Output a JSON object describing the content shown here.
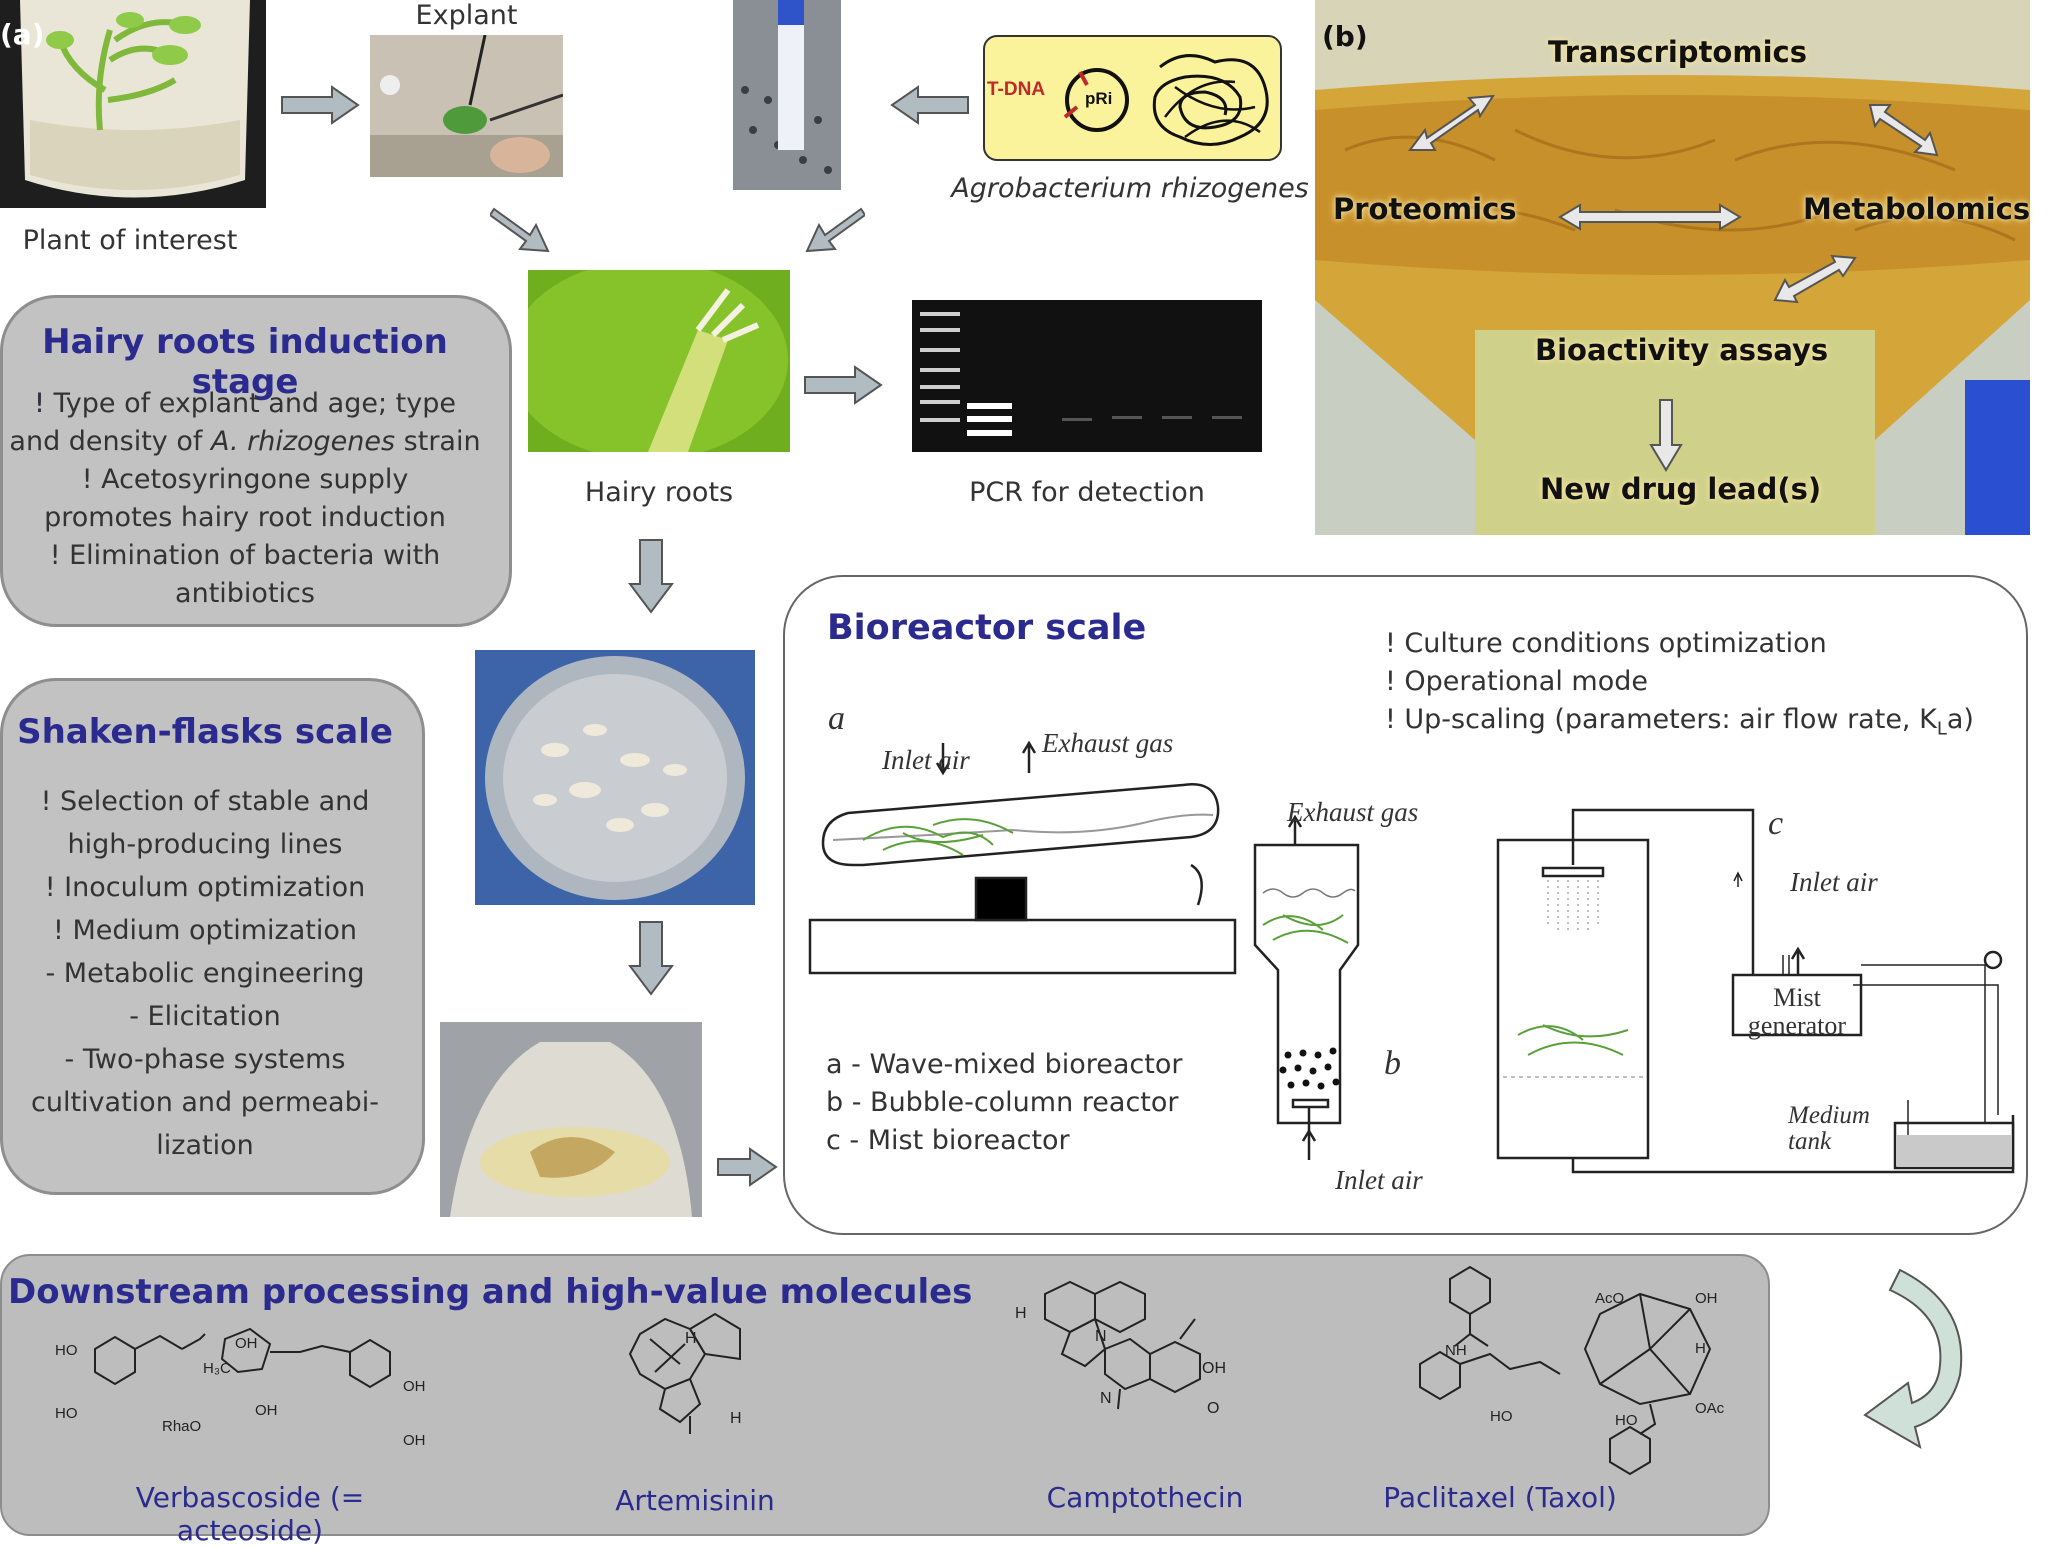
{
  "panel_labels": {
    "a": "(a)",
    "b": "(b)"
  },
  "captions": {
    "plant": "Plant of interest",
    "explant": "Explant",
    "agro": "Agrobacterium rhizogenes",
    "hairy_roots": "Hairy roots",
    "pcr": "PCR for detection"
  },
  "plasmid": {
    "tdna": "T-DNA",
    "pri": "pRi"
  },
  "induction": {
    "title": "Hairy roots induction stage",
    "line1": "! Type of explant and age; type",
    "line2a": "and density of ",
    "line2b": "A. rhizogenes",
    "line2c": " strain",
    "line3": "! Acetosyringone supply",
    "line4": "promotes hairy root induction",
    "line5": "! Elimination of bacteria with",
    "line6": "antibiotics"
  },
  "shaken": {
    "title": "Shaken-flasks scale",
    "lines": [
      "! Selection of stable and",
      "high-producing lines",
      "! Inoculum optimization",
      "! Medium optimization",
      "- Metabolic engineering",
      "- Elicitation",
      "- Two-phase systems",
      "cultivation and permeabi-",
      "lization"
    ]
  },
  "bioreactor": {
    "title": "Bioreactor scale",
    "note1": "! Culture conditions optimization",
    "note2": "! Operational mode",
    "note3a": "! Up-scaling (parameters: air flow rate, K",
    "note3sub": "L",
    "note3b": "a)",
    "legend_a": "a - Wave-mixed bioreactor",
    "legend_b": "b - Bubble-column reactor",
    "legend_c": "c - Mist bioreactor",
    "lbl_a": "a",
    "lbl_b": "b",
    "lbl_c": "c",
    "inlet_air": "Inlet air",
    "exhaust_gas": "Exhaust gas",
    "mist_generator_1": "Mist",
    "mist_generator_2": "generator",
    "medium_tank_1": "Medium",
    "medium_tank_2": "tank"
  },
  "omics": {
    "transcriptomics": "Transcriptomics",
    "proteomics": "Proteomics",
    "metabolomics": "Metabolomics",
    "bioactivity": "Bioactivity assays",
    "new_lead": "New drug lead(s)"
  },
  "downstream": {
    "title": "Downstream processing and high-value molecules",
    "molecules": [
      "Verbascoside (= acteoside)",
      "Artemisinin",
      "Camptothecin",
      "Paclitaxel (Taxol)"
    ]
  },
  "chem_labels": {
    "ho": "HO",
    "oh": "OH",
    "h3c": "H₃C",
    "rhao": "RhaO",
    "h": "H",
    "n": "N",
    "nh": "NH",
    "aco": "AcO",
    "oac": "OAc",
    "o": "O"
  },
  "colors": {
    "accent": "#2b2a8e",
    "box_gray": "#c2c2c2",
    "arrow_gray": "#b0bcc2"
  }
}
